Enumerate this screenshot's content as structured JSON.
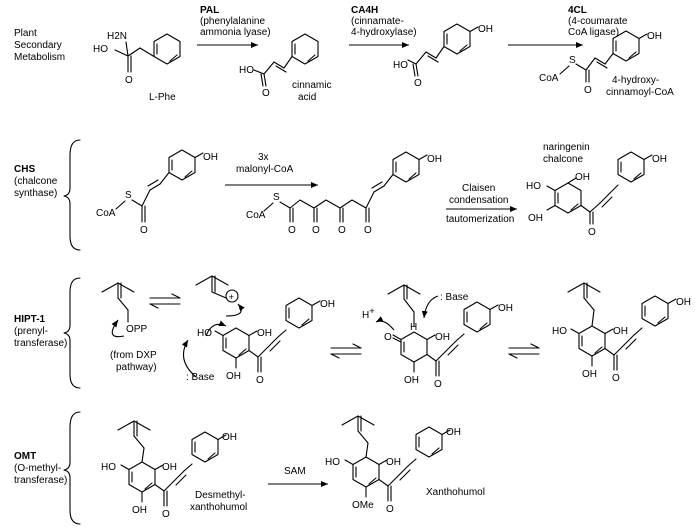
{
  "header": {
    "title_lines": [
      "Plant",
      "Secondary",
      "Metabolism"
    ]
  },
  "row1": {
    "lphe_label": "L-Phe",
    "nh2": "H2N",
    "ho": "HO",
    "o": "O",
    "oh": "OH",
    "pal_name": "PAL",
    "pal_desc_lines": [
      "(phenylalanine",
      "ammonia lyase)"
    ],
    "cinnamic_lines": [
      "cinnamic",
      "acid"
    ],
    "ca4h_name": "CA4H",
    "ca4h_desc_lines": [
      "(cinnamate-",
      "4-hydroxylase)"
    ],
    "cl4_name": "4CL",
    "cl4_desc_lines": [
      "(4-coumarate",
      "CoA ligase)"
    ],
    "coa": "CoA",
    "s": "S",
    "hydroxycinnamoyl_lines": [
      "4-hydroxy-",
      "cinnamoyl-CoA"
    ]
  },
  "row2": {
    "chs_name": "CHS",
    "chs_desc_lines": [
      "(chalcone",
      "synthase)"
    ],
    "reagent_lines": [
      "3x",
      "malonyl-CoA"
    ],
    "claisen_lines": [
      "Claisen",
      "condensation"
    ],
    "tautomerization": "tautomerization",
    "naringenin_lines": [
      "naringenin",
      "chalcone"
    ]
  },
  "row3": {
    "hipt_name": "HIPT-1",
    "hipt_desc_lines": [
      "(prenyl-",
      "transferase)"
    ],
    "opp": "OPP",
    "dxp_lines": [
      "(from DXP",
      "pathway)"
    ],
    "base": ": Base",
    "hplus": "H+",
    "h": "H",
    "plus": "+"
  },
  "row4": {
    "omt_name": "OMT",
    "omt_desc_lines": [
      "(O-methyl-",
      "transferase)"
    ],
    "sam": "SAM",
    "desmethyl_lines": [
      "Desmethyl-",
      "xanthohumol"
    ],
    "xanthohumol": "Xanthohumol",
    "ome": "OMe"
  }
}
